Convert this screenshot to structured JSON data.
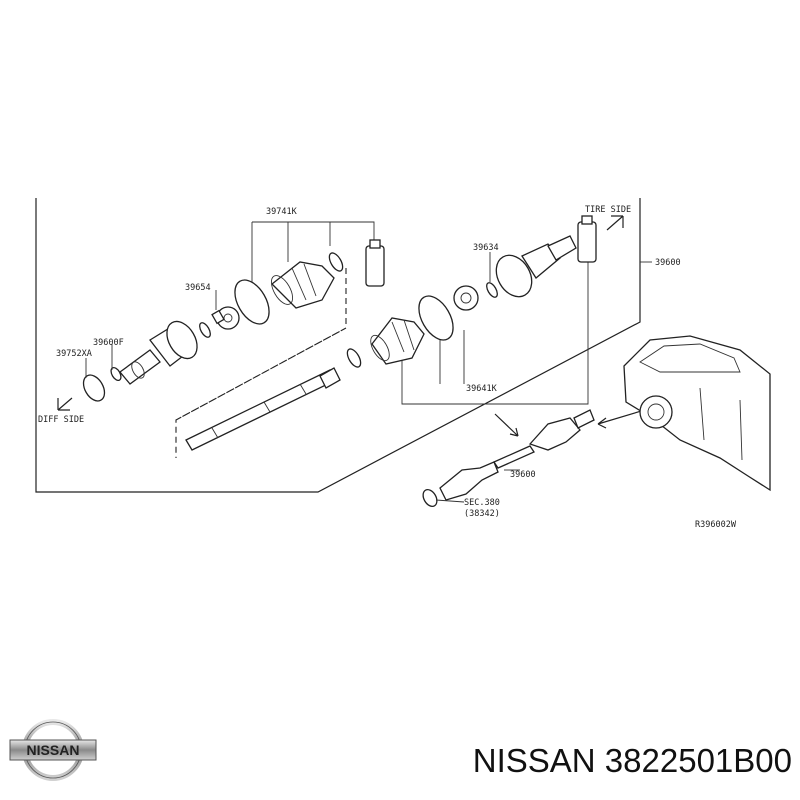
{
  "diagram": {
    "labels": {
      "p39741k": "39741K",
      "p39654": "39654",
      "p39600f": "39600F",
      "p39752xa": "39752XA",
      "diff_side": "DIFF SIDE",
      "tire_side": "TIRE SIDE",
      "p39634": "39634",
      "p39600_top": "39600",
      "p39641k": "39641K",
      "p39600_mid": "39600",
      "sec380": "SEC.380",
      "p38342": "(38342)",
      "ref_code": "R396002W"
    }
  },
  "brand": {
    "logo_text": "NISSAN"
  },
  "caption": {
    "part_number": "NISSAN 3822501B00"
  }
}
